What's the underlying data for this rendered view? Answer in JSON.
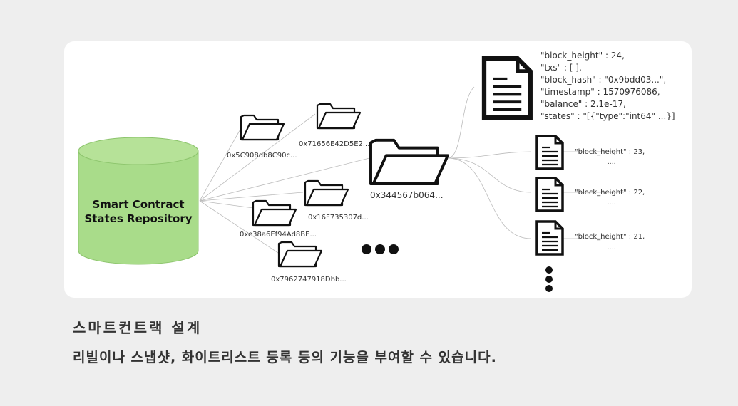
{
  "diagram": {
    "repository_label_line1": "Smart Contract",
    "repository_label_line2": "States Repository",
    "folders": [
      {
        "id": "folder-1",
        "label": "0x5C908db8C90c..."
      },
      {
        "id": "folder-2",
        "label": "0x71656E42D5E2..."
      },
      {
        "id": "folder-3",
        "label": "0x16F735307d..."
      },
      {
        "id": "folder-4",
        "label": "0xe38a6Ef94Ad8BE..."
      },
      {
        "id": "folder-5",
        "label": "0x7962747918Dbb..."
      }
    ],
    "selected_folder_label": "0x344567b064...",
    "latest_state": {
      "lines": [
        "\"block_height\" : 24,",
        "\"txs\" : [ ],",
        "\"block_hash\" : \"0x9bdd03...\",",
        "\"timestamp\" : 1570976086,",
        "\"balance\" : 2.1e-17,",
        "\"states\" : \"[{\"type\":\"int64\" ...}]"
      ]
    },
    "older_states": [
      {
        "label": "\"block_height\" : 23,",
        "ellipsis": "...."
      },
      {
        "label": "\"block_height\" : 22,",
        "ellipsis": "...."
      },
      {
        "label": "\"block_height\" : 21,",
        "ellipsis": "...."
      }
    ]
  },
  "caption": {
    "title": "스마트컨트랙 설계",
    "description": "리빌이나 스냅샷, 화이트리스트 등록 등의 기능을 부여할 수 있습니다."
  },
  "colors": {
    "cylinder_fill": "#a9dc8a",
    "cylinder_stroke": "#8cc46c",
    "page_background": "#eeeeee",
    "card_background": "#ffffff"
  }
}
